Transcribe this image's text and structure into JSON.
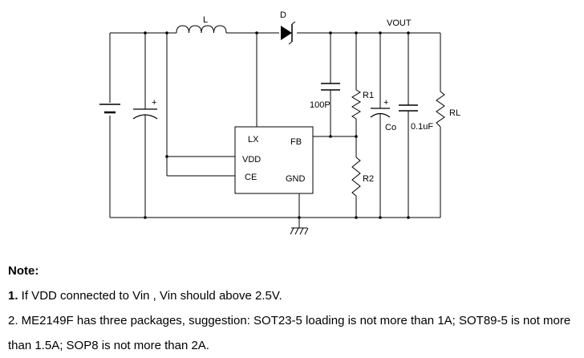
{
  "schematic": {
    "labels": {
      "inductor": "L",
      "diode": "D",
      "vout": "VOUT",
      "feedback_cap": "100P",
      "r1": "R1",
      "r2": "R2",
      "co": "Co",
      "bypass_cap": "0.1uF",
      "load": "RL",
      "plus_left": "+",
      "plus_co": "+"
    },
    "ic_pins": {
      "lx": "LX",
      "vdd": "VDD",
      "ce": "CE",
      "fb": "FB",
      "gnd": "GND"
    }
  },
  "notes": {
    "title": "Note:",
    "items": [
      {
        "number": "1.",
        "text": " If VDD connected to Vin , Vin should above 2.5V."
      },
      {
        "number": "2.",
        "text": " ME2149F has three packages, suggestion: SOT23-5 loading is not more than 1A; SOT89-5 is not more than 1.5A; SOP8 is not more than 2A."
      }
    ]
  }
}
